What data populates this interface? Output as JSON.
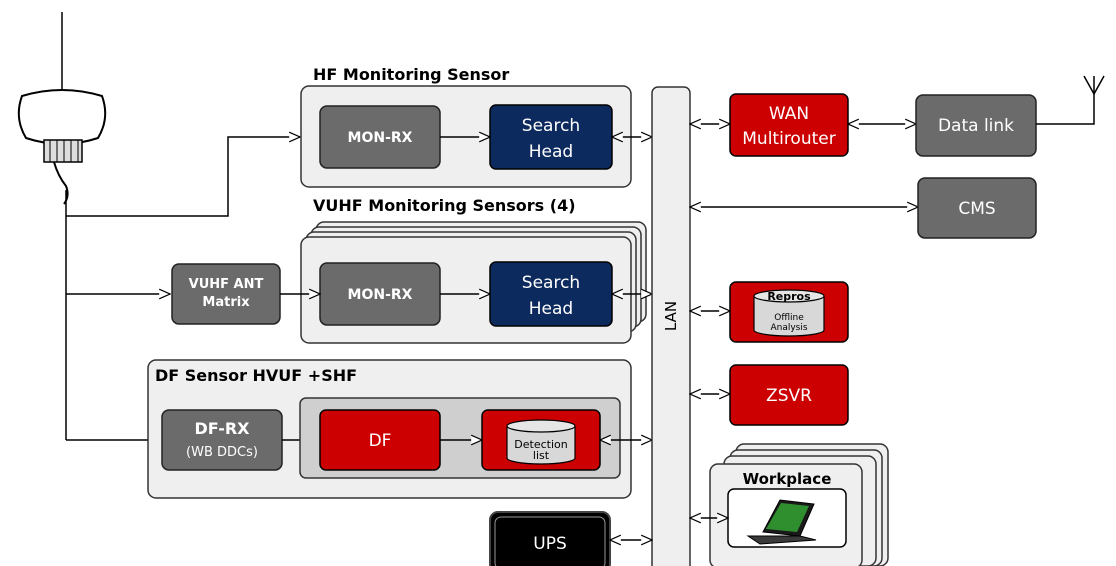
{
  "colors": {
    "gray_box": "#6b6b6b",
    "navy_box": "#0d2a5e",
    "red_box": "#cc0000",
    "group_fill": "#efefef",
    "inner_fill": "#cfcfcf",
    "ups_fill": "#000000",
    "line": "#000000"
  },
  "groups": {
    "hf_title": "HF Monitoring Sensor",
    "vuhf_title": "VUHF Monitoring Sensors (4)",
    "df_title": "DF Sensor HVUF +SHF"
  },
  "blocks": {
    "hf_monrx": "MON-RX",
    "hf_search_line1": "Search",
    "hf_search_line2": "Head",
    "vuhf_monrx": "MON-RX",
    "vuhf_search_line1": "Search",
    "vuhf_search_line2": "Head",
    "vuhf_ant_line1": "VUHF ANT",
    "vuhf_ant_line2": "Matrix",
    "dfrx_line1": "DF-RX",
    "dfrx_line2": "(WB DDCs)",
    "df": "DF",
    "detection_line1": "Detection",
    "detection_line2": "list",
    "lan": "LAN",
    "wan_line1": "WAN",
    "wan_line2": "Multirouter",
    "datalink": "Data link",
    "cms": "CMS",
    "repros_title": "Repros",
    "repros_line1": "Offline",
    "repros_line2": "Analysis",
    "zsvr": "ZSVR",
    "workplace": "Workplace",
    "ups": "UPS"
  },
  "icons": {
    "antenna_left": "antenna-dome-icon",
    "antenna_right": "antenna-mast-icon",
    "laptop": "laptop-icon",
    "database": "database-cylinder-icon"
  }
}
